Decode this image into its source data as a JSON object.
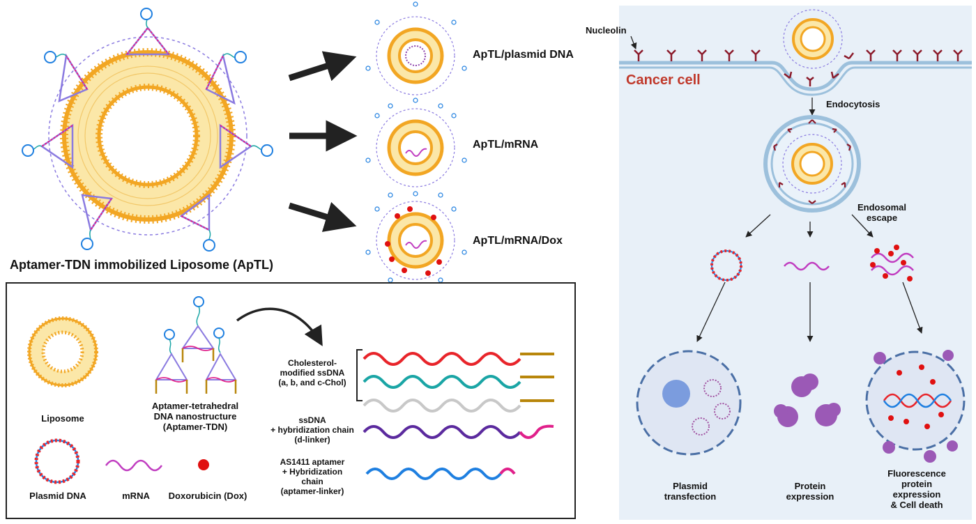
{
  "left": {
    "main_caption": "Aptamer-TDN immobilized Liposome (ApTL)",
    "variants": [
      {
        "label": "ApTL/plasmid DNA"
      },
      {
        "label": "ApTL/mRNA"
      },
      {
        "label": "ApTL/mRNA/Dox"
      }
    ]
  },
  "legend": {
    "liposome": "Liposome",
    "aptamer_tdn": [
      "Aptamer-tetrahedral",
      "DNA nanostructure",
      "(Aptamer-TDN)"
    ],
    "plasmid": "Plasmid DNA",
    "mrna": "mRNA",
    "dox": "Doxorubicin (Dox)",
    "strands": [
      {
        "lines": [
          "Cholesterol-",
          "modified ssDNA",
          "(a, b, and c-Chol)"
        ]
      },
      {
        "lines": [
          "ssDNA",
          "+ hybridization chain",
          "(d-linker)"
        ]
      },
      {
        "lines": [
          "AS1411 aptamer",
          "+ Hybridization chain",
          "(aptamer-linker)"
        ]
      }
    ]
  },
  "right": {
    "nucleolin": "Nucleolin",
    "cancer_cell": "Cancer cell",
    "endocytosis": "Endocytosis",
    "endosomal_escape": [
      "Endosomal",
      "escape"
    ],
    "outcomes": [
      {
        "lines": [
          "Plasmid",
          "transfection"
        ]
      },
      {
        "lines": [
          "Protein",
          "expression"
        ]
      },
      {
        "lines": [
          "Fluorescence",
          "protein",
          "expression",
          "& Cell death"
        ]
      }
    ]
  },
  "colors": {
    "liposome_orange": "#f2a623",
    "liposome_inner": "#fbe7a8",
    "cancer_red": "#c0392b",
    "cell_bg": "#e8f0f8",
    "membrane_blue": "#a9c8e0",
    "strand_red": "#e8242a",
    "strand_teal": "#1aa5a5",
    "strand_grey": "#c8c8c8",
    "strand_purple": "#5b2a9e",
    "strand_blue": "#1e7fe0",
    "strand_pink": "#e0208a",
    "chol_gold": "#b8860b",
    "mrna_magenta": "#c03cc0",
    "dox_red": "#e01010",
    "receptor_maroon": "#8b1a2a",
    "protein_purple": "#9b59b6"
  }
}
